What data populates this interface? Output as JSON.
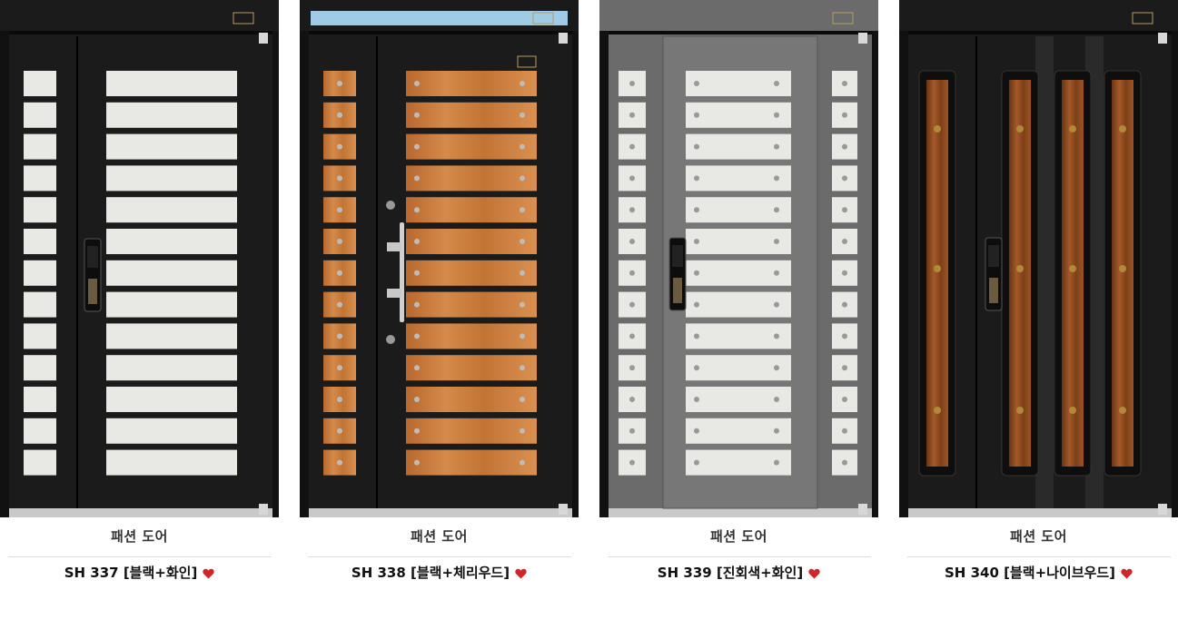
{
  "products": [
    {
      "category": "패션 도어",
      "title": "SH 337 [블랙+화인]",
      "style": "black-white"
    },
    {
      "category": "패션 도어",
      "title": "SH 338 [블랙+체리우드]",
      "style": "black-cherry"
    },
    {
      "category": "패션 도어",
      "title": "SH 339 [진회색+화인]",
      "style": "gray-white"
    },
    {
      "category": "패션 도어",
      "title": "SH 340 [블랙+나이브우드]",
      "style": "black-navewood"
    }
  ],
  "colors": {
    "heart": "#d0262b",
    "door_black": "#1b1b1b",
    "door_gray": "#6b6b6b",
    "panel_white": "#e8e8e4",
    "wood": "#c8783a",
    "glass": "#9fcbe6"
  },
  "icons": {
    "favorite": "heart-icon"
  }
}
